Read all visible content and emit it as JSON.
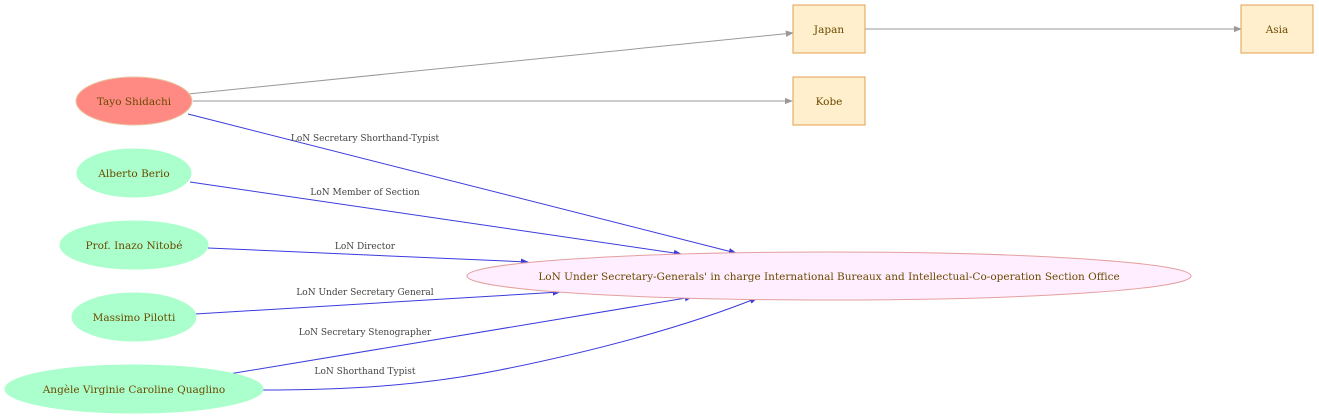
{
  "graph": {
    "nodes": {
      "tayo": {
        "label": "Tayo Shidachi",
        "fill": "#ff8a84",
        "stroke": "#e8c7a0"
      },
      "alberto": {
        "label": "Alberto Berio",
        "fill": "#aaffcc",
        "stroke": "#aaffcc"
      },
      "nitobe": {
        "label": "Prof. Inazo Nitobé",
        "fill": "#aaffcc",
        "stroke": "#aaffcc"
      },
      "pilotti": {
        "label": "Massimo Pilotti",
        "fill": "#aaffcc",
        "stroke": "#aaffcc"
      },
      "quaglino": {
        "label": "Angèle Virginie Caroline Quaglino",
        "fill": "#aaffcc",
        "stroke": "#aaffcc"
      },
      "office": {
        "label": "LoN Under Secretary-Generals' in charge International Bureaux and Intellectual-Co-operation Section Office",
        "fill": "#ffeeff",
        "stroke": "#e3a0a0"
      },
      "japan": {
        "label": "Japan",
        "fill": "#ffefcc",
        "stroke": "#e0a050"
      },
      "kobe": {
        "label": "Kobe",
        "fill": "#ffefcc",
        "stroke": "#e0a050"
      },
      "asia": {
        "label": "Asia",
        "fill": "#ffefcc",
        "stroke": "#e0a050"
      }
    },
    "edges": {
      "tayo_japan": {
        "label": "",
        "color": "#999999"
      },
      "tayo_kobe": {
        "label": "",
        "color": "#999999"
      },
      "japan_asia": {
        "label": "",
        "color": "#999999"
      },
      "tayo_office": {
        "label": "LoN Secretary Shorthand-Typist",
        "color": "#3b3bdd"
      },
      "alberto_office": {
        "label": "LoN Member of Section",
        "color": "#3b3bdd"
      },
      "nitobe_office": {
        "label": "LoN Director",
        "color": "#3b3bdd"
      },
      "pilotti_office": {
        "label": "LoN Under Secretary General",
        "color": "#3b3bdd"
      },
      "quaglino_office_1": {
        "label": "LoN Secretary Stenographer",
        "color": "#3b3bdd"
      },
      "quaglino_office_2": {
        "label": "LoN Shorthand Typist",
        "color": "#3b3bdd"
      }
    }
  }
}
